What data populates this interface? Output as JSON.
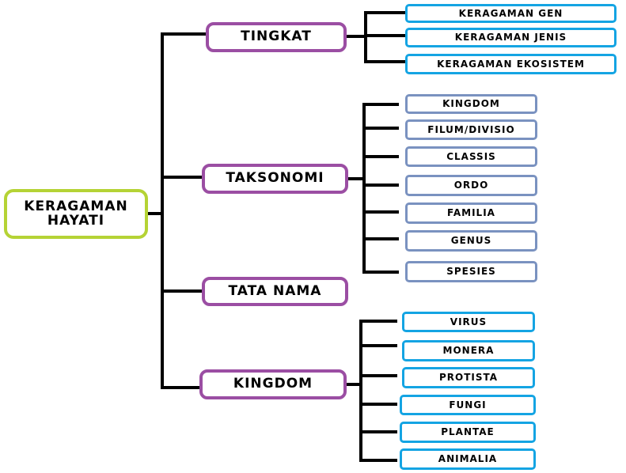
{
  "colors": {
    "root": "#b5d335",
    "level1": "#9b4ea3",
    "cyan": "#14a4e3",
    "slate": "#7a92c0",
    "line": "#000000"
  },
  "root": {
    "label": "KERAGAMAN HAYATI"
  },
  "branches": [
    {
      "label": "TINGKAT",
      "children": [
        "KERAGAMAN GEN",
        "KERAGAMAN JENIS",
        "KERAGAMAN EKOSISTEM"
      ]
    },
    {
      "label": "TAKSONOMI",
      "children": [
        "KINGDOM",
        "FILUM/DIVISIO",
        "CLASSIS",
        "ORDO",
        "FAMILIA",
        "GENUS",
        "SPESIES"
      ]
    },
    {
      "label": "TATA NAMA",
      "children": []
    },
    {
      "label": "KINGDOM",
      "children": [
        "VIRUS",
        "MONERA",
        "PROTISTA",
        "FUNGI",
        "PLANTAE",
        "ANIMALIA"
      ]
    }
  ]
}
